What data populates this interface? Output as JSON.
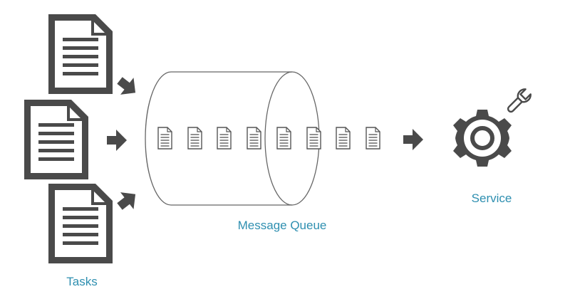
{
  "labels": {
    "tasks": "Tasks",
    "queue": "Message Queue",
    "service": "Service"
  },
  "colors": {
    "icon": "#4a4a4a",
    "outline": "#666666",
    "label": "#2e8fb0",
    "paper": "#ffffff"
  },
  "icons": {
    "task_document": "document-icon",
    "queued_message": "message-icon",
    "flow_arrow": "arrow-icon",
    "service_gear": "gear-icon",
    "service_wrench": "wrench-icon"
  },
  "queue": {
    "message_count": 8
  }
}
